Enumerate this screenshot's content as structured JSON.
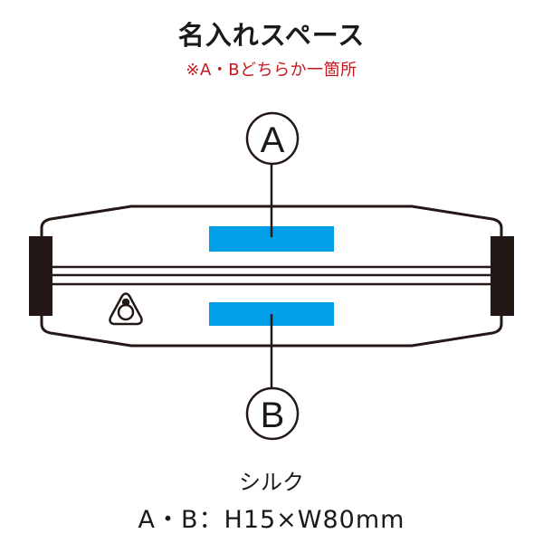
{
  "header": {
    "title": "名入れスペース",
    "note": "※A・Bどちらか一箇所"
  },
  "diagram": {
    "product": "waist-pouch",
    "print_areas": [
      {
        "id": "A",
        "label": "A",
        "position": "upper"
      },
      {
        "id": "B",
        "label": "B",
        "position": "lower"
      }
    ],
    "colors": {
      "print_area": "#009fe8",
      "outline": "#231815",
      "note_text": "#c8161d"
    }
  },
  "footer": {
    "method": "シルク",
    "size": "A・B：H15×W80mm"
  }
}
